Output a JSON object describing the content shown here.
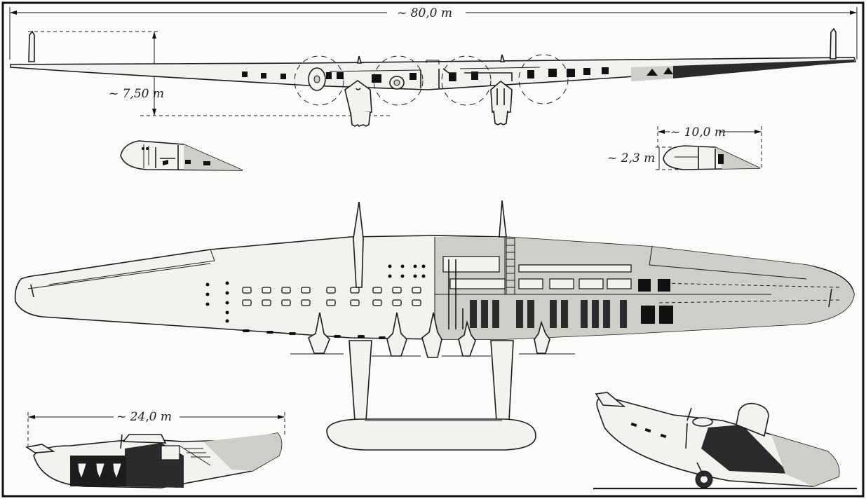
{
  "drawing": {
    "subject": "flying-wing aircraft general arrangement",
    "dimensions": {
      "span": "~ 80,0 m",
      "height": "~ 7,50 m",
      "root_chord": "~ 10,0 m",
      "root_thickness": "~ 2,3 m",
      "hull_length": "~ 24,0 m"
    }
  },
  "icons": {
    "front_view": "aircraft-front-view-icon",
    "wing_section_left": "wing-section-icon",
    "wing_section_right": "wing-root-section-icon",
    "top_view": "aircraft-plan-view-icon",
    "hull_side_view": "hull-side-view-icon",
    "perspective": "aircraft-perspective-icon"
  }
}
